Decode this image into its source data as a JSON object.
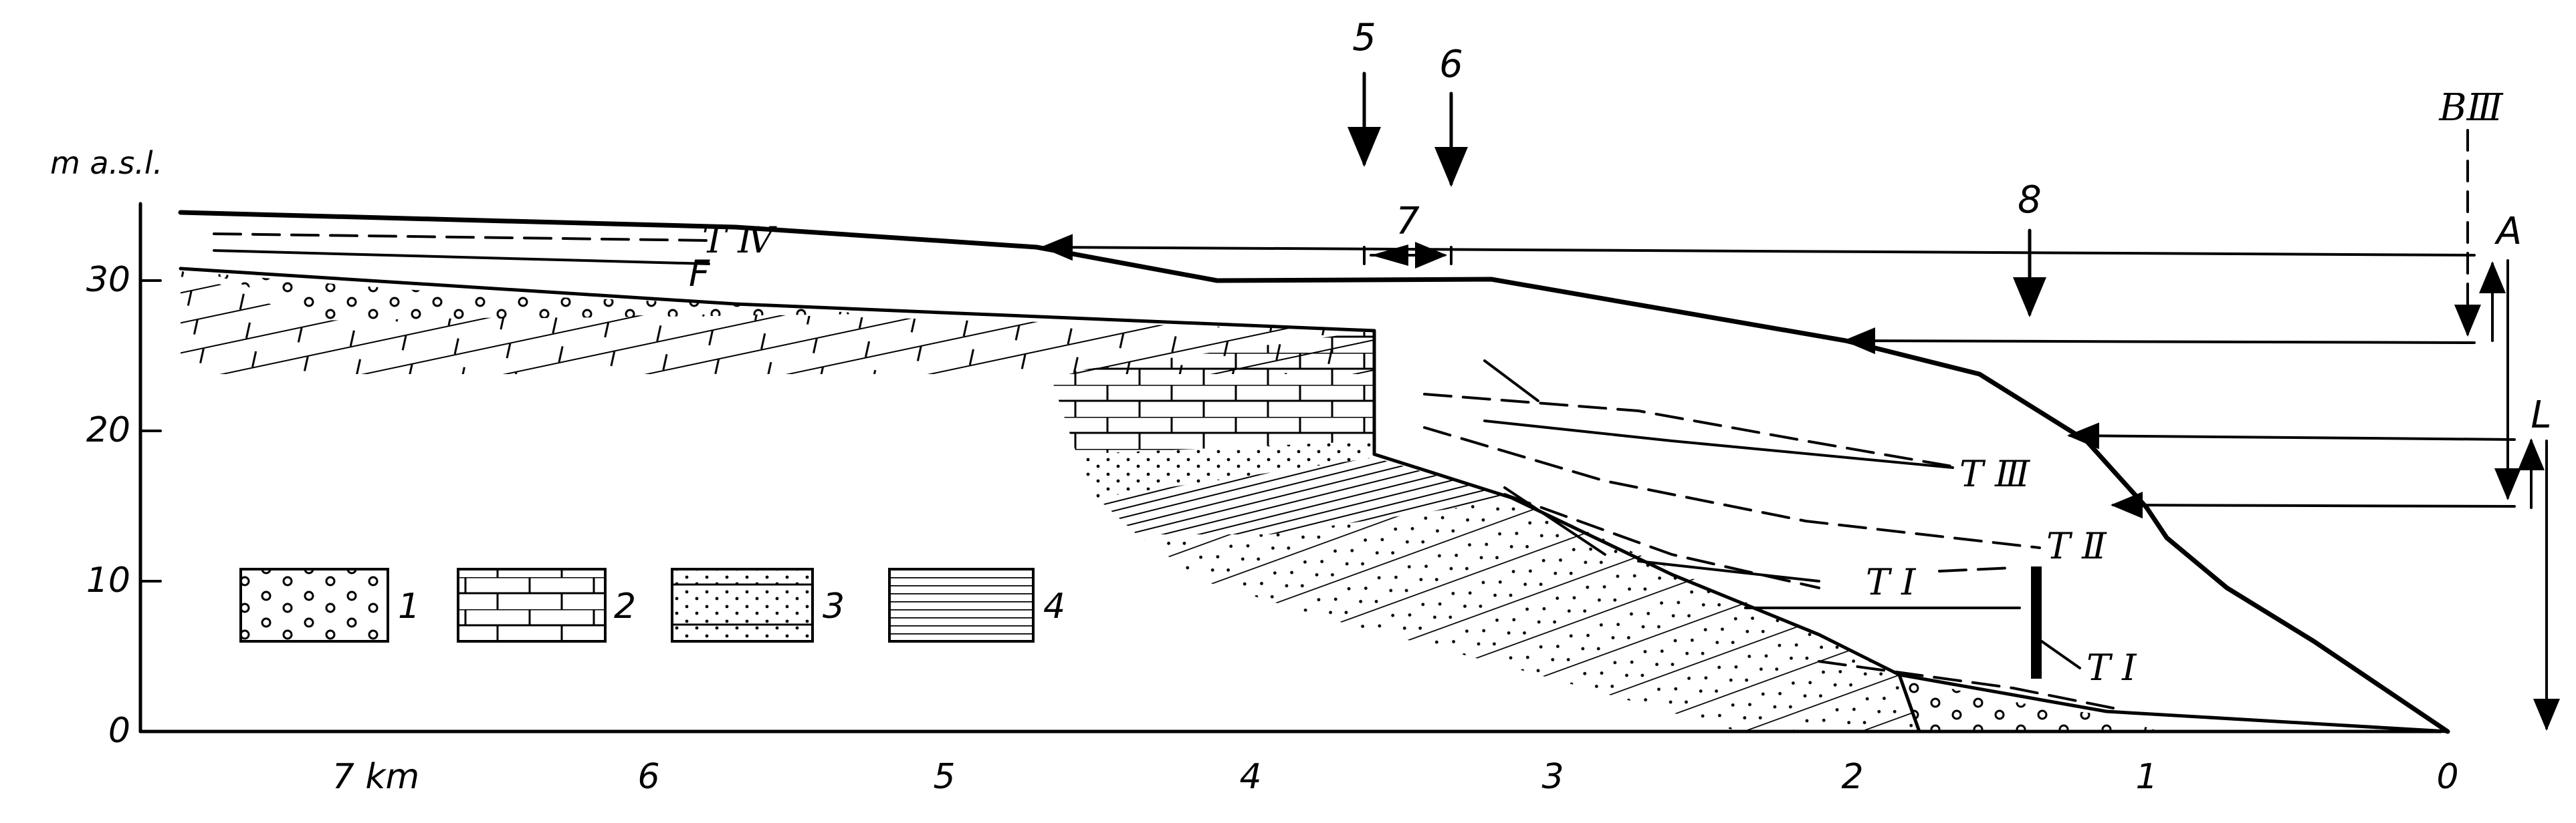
{
  "axis": {
    "y_unit": "m  a.s.l.",
    "y_ticks": [
      "30",
      "20",
      "10",
      "0"
    ],
    "x_ticks": [
      "7 km",
      "6",
      "5",
      "4",
      "3",
      "2",
      "1",
      "0"
    ]
  },
  "markers": {
    "m5": "5",
    "m6": "6",
    "m7": "7",
    "m8": "8",
    "b3": "BⅢ",
    "a": "A",
    "l": "L",
    "f": "F"
  },
  "terrace_labels": {
    "t4": "T Ⅳ",
    "t3": "T Ⅲ",
    "t2": "T Ⅱ",
    "t1a": "T Ⅰ",
    "t1b": "T Ⅰ"
  },
  "legend": [
    {
      "num": "1",
      "pattern": "gravel"
    },
    {
      "num": "2",
      "pattern": "limestone"
    },
    {
      "num": "3",
      "pattern": "sandstone"
    },
    {
      "num": "4",
      "pattern": "clay"
    }
  ]
}
